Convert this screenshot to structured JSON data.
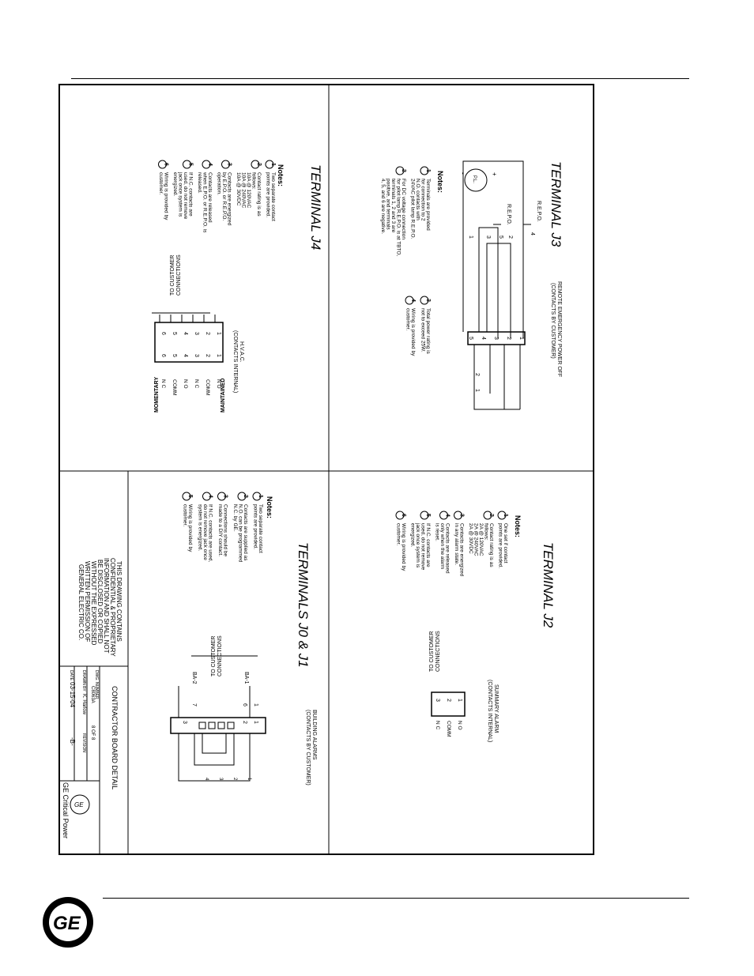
{
  "header_rule": true,
  "drawing": {
    "title_block": {
      "title": "CONTRACTOR BOARD DETAIL",
      "dwg_number_label": "DWG. NUMBER",
      "dwg_number": "C8063A",
      "sheet": "8 OF 8",
      "drawn_by_label": "DRAWN BY",
      "drawn_by": "K. Harlow",
      "revision_label": "REVISION",
      "date_label": "DATE",
      "date": "03-15-04",
      "rev": "-B-",
      "company": "GE Critical Power",
      "confidential": [
        "THIS DRAWING CONTAINS",
        "CONFIDENTIAL & PROPRIETARY",
        "INFORMATION AND SHALL NOT",
        "BE DISCLOSED OR COPIED",
        "WITHOUT THE EXPRESSED",
        "WRITTEN PERMISSION OF",
        "GENERAL ELECTRIC CO."
      ]
    },
    "j4": {
      "title": "TERMINAL J4",
      "notes_label": "Notes:",
      "notes": [
        {
          "n": "1",
          "lines": [
            "Two separate contact",
            "points are provided."
          ]
        },
        {
          "n": "2",
          "lines": [
            "Contact rating is as",
            "follows:",
            "10A @ 120VAC",
            "10A @ 240VAC",
            "10A @ 30VDC"
          ]
        },
        {
          "n": "3",
          "lines": [
            "Contacts are energized",
            "by E.P.O. or R.E.P.O.",
            "operation."
          ]
        },
        {
          "n": "4",
          "lines": [
            "Contacts are released",
            "when E.P.O. or R.E.P.O. is",
            "released."
          ]
        },
        {
          "n": "5",
          "lines": [
            "If N.C. contacts are",
            "used, do not remove",
            "jack once system is",
            "energized."
          ]
        },
        {
          "n": "6",
          "lines": [
            "Wiring is provided by",
            "customer."
          ]
        }
      ],
      "connections_label": [
        "TO CUSTOMER",
        "CONNECTIONS"
      ],
      "unit_label": [
        "H.V.A.C.",
        "(CONTACTS INTERNAL)"
      ],
      "pins": [
        "1",
        "2",
        "3",
        "4",
        "5",
        "6"
      ],
      "contact_labels": [
        "N O",
        "COMM",
        "N C",
        "N O",
        "COMM",
        "N C"
      ],
      "modes": [
        "MAINTAINED",
        "MOMENTARY"
      ]
    },
    "j3": {
      "title": "TERMINAL J3",
      "unit_label": [
        "REMOTE EMERGENCY POWER OFF",
        "(CONTACTS BY CUSTOMER)"
      ],
      "repo_label": "R.E.P.O.",
      "repo_label2": "R.E.P.O.",
      "pl_label": "P.L.",
      "plus": "+",
      "minus": "-",
      "wire_nums": [
        "4",
        "5",
        "2",
        "3",
        "1"
      ],
      "pins": [
        "1",
        "2",
        "3",
        "4",
        "5"
      ],
      "contact_nums": [
        "1",
        "2"
      ],
      "notes_label": "Notes:",
      "notes": [
        {
          "n": "1",
          "lines": [
            "Terminals are provided",
            "for connection to 2",
            "N.O. contacts with",
            "24VAC pilot lamp R.E.P.O."
          ]
        },
        {
          "n": "2",
          "lines": [
            "For DC voltage connection",
            "for pilot lamp R.E.P.O. is at TBTO,",
            "terminals 1, 2 and 3 are",
            "positive, and terminals",
            "4, 5, and 6 are negative."
          ]
        },
        {
          "n": "3",
          "lines": [
            "Total power rating is",
            "not to exceed 25W."
          ]
        },
        {
          "n": "4",
          "lines": [
            "Wiring is provided by",
            "customer."
          ]
        }
      ]
    },
    "j10": {
      "title": "TERMINALS J0 & J1",
      "unit_label": [
        "BUILDING ALARMS",
        "(CONTACTS BY CUSTOMER)"
      ],
      "notes_label": "Notes:",
      "notes": [
        {
          "n": "1",
          "lines": [
            "Two separate contact",
            "points are provided."
          ]
        },
        {
          "n": "2",
          "lines": [
            "Contacts are supplied as",
            "N.O. can be programmed",
            "N.C. by GE."
          ]
        },
        {
          "n": "3",
          "lines": [
            "Connections should be",
            "made to a DIY contact."
          ]
        },
        {
          "n": "4",
          "lines": [
            "If N.C. contacts are used,",
            "do not remove jack once",
            "system is energized."
          ]
        },
        {
          "n": "5",
          "lines": [
            "Wiring is provided by",
            "customer."
          ]
        }
      ],
      "connections_label": [
        "TO CUSTOMER",
        "CONNECTIONS"
      ],
      "ba_labels": [
        "BA-1",
        "BA-2"
      ],
      "pins": [
        "1",
        "2",
        "3"
      ],
      "wire_nums": [
        "1",
        "6",
        "7"
      ],
      "contact_nums": [
        "1",
        "2",
        "3",
        "4"
      ]
    },
    "j2": {
      "title": "TERMINAL J2",
      "unit_label": [
        "SUMMARY ALARM",
        "(CONTACTS INTERNAL)"
      ],
      "notes_label": "Notes:",
      "notes": [
        {
          "n": "1",
          "lines": [
            "One set if contact",
            "points are provided."
          ]
        },
        {
          "n": "2",
          "lines": [
            "Contact rating is as",
            "follows:",
            "2A @ 120VAC",
            "2A @ 240VAC",
            "2A @ 30VDC"
          ]
        },
        {
          "n": "3",
          "lines": [
            "Contacts are energized",
            "in any alarm state."
          ]
        },
        {
          "n": "4",
          "lines": [
            "Contacts are released",
            "only when the alarm",
            "is reset."
          ]
        },
        {
          "n": "5",
          "lines": [
            "If N.C. contacts are",
            "used, do not remove",
            "jack once system is",
            "energized."
          ]
        },
        {
          "n": "6",
          "lines": [
            "Wiring is provided by",
            "customer."
          ]
        }
      ],
      "connections_label": [
        "TO CUSTOMER",
        "CONNECTIONS"
      ],
      "pins": [
        "1",
        "2",
        "3"
      ],
      "contact_labels": [
        "N O",
        "COMM",
        "N C"
      ]
    }
  },
  "footer": {
    "logo_text": "GE"
  }
}
